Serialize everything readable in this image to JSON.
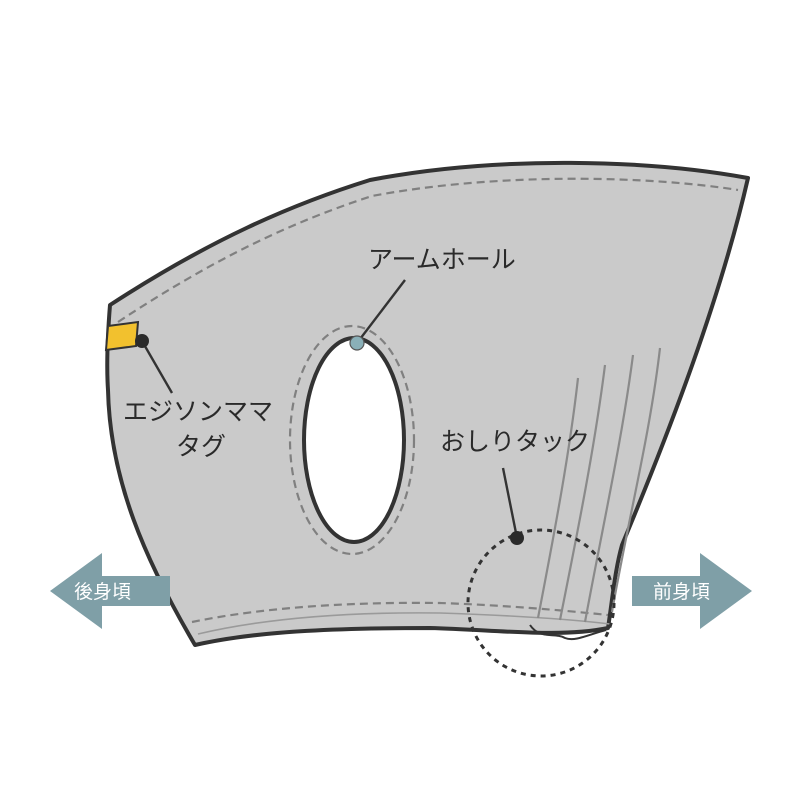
{
  "diagram": {
    "labels": {
      "armhole": "アームホール",
      "tag_line1": "エジソンママ",
      "tag_line2": "タグ",
      "tuck": "おしりタック"
    },
    "directions": {
      "back": "後身頃",
      "front": "前身頃"
    },
    "colors": {
      "fabric": "#cacaca",
      "outline": "#333333",
      "stitch": "#808080",
      "tag": "#f2c12e",
      "arrow": "#7f9fa7",
      "text": "#2a2a2a"
    }
  }
}
